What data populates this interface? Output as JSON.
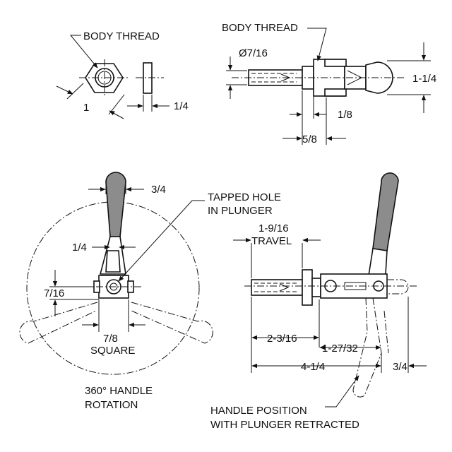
{
  "colors": {
    "line": "#111111",
    "handle_fill": "#8c8c8c",
    "background": "#ffffff"
  },
  "labels": {
    "body_thread_left": "BODY THREAD",
    "body_thread_right": "BODY THREAD",
    "hex_across_flats": "1",
    "nut_thickness": "1/4",
    "plunger_dia": "Ø7/16",
    "overall_height": "1-1/4",
    "collar_width": "1/8",
    "thread_length": "5/8",
    "grip_width": "3/4",
    "tapped_hole_line1": "TAPPED HOLE",
    "tapped_hole_line2": "IN PLUNGER",
    "handle_width": "1/4",
    "center_offset": "7/16",
    "square_size": "7/8",
    "square_word": "SQUARE",
    "rotation_line1": "360° HANDLE",
    "rotation_line2": "ROTATION",
    "travel_value": "1-9/16",
    "travel_word": "TRAVEL",
    "extended_length": "2-3/16",
    "retract_offset": "1-27/32",
    "overall_length": "4-1/4",
    "tip_extension": "3/4",
    "handle_pos_line1": "HANDLE POSITION",
    "handle_pos_line2": "WITH PLUNGER RETRACTED"
  }
}
